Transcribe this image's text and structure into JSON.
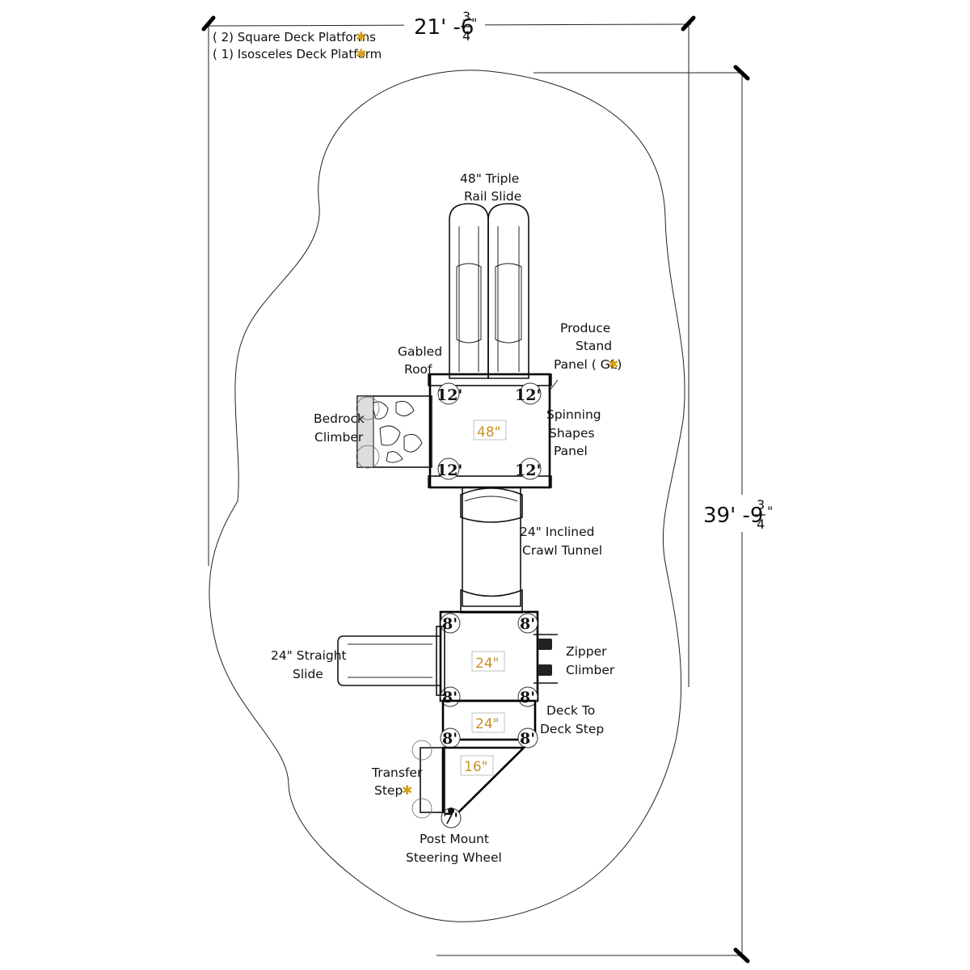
{
  "notes": [
    {
      "text": "( 2) Square Deck Platforms",
      "star": "✱"
    },
    {
      "text": "( 1) Isosceles Deck Platform",
      "star": "✱"
    }
  ],
  "dimensions": {
    "width_whole": "21' -6",
    "width_num": "3",
    "width_den": "4",
    "width_unit": "\"",
    "depth_whole": "39' -9",
    "depth_num": "3",
    "depth_den": "4",
    "depth_unit": "\""
  },
  "labels": {
    "triple_slide": [
      "48\" Triple",
      "Rail Slide"
    ],
    "gabled_roof": [
      "Gabled",
      "Roof"
    ],
    "produce_stand": [
      "Produce",
      "Stand",
      "Panel ( GL)"
    ],
    "produce_star": "✱",
    "bedrock": [
      "Bedrock",
      "Climber"
    ],
    "spinning": [
      "Spinning",
      "Shapes",
      "Panel"
    ],
    "crawl_tunnel": [
      "24\" Inclined",
      "Crawl Tunnel"
    ],
    "straight_slide": [
      "24\" Straight",
      "Slide"
    ],
    "zipper": [
      "Zipper",
      "Climber"
    ],
    "deck_step": [
      "Deck To",
      "Deck Step"
    ],
    "transfer": [
      "Transfer",
      "Step"
    ],
    "transfer_star": "✱",
    "steering": [
      "Post Mount",
      "Steering Wheel"
    ]
  },
  "posts": {
    "upper": [
      "12'",
      "12'",
      "12'",
      "12'"
    ],
    "middle": [
      "8'",
      "8'",
      "8'",
      "8'"
    ],
    "step": [
      "8'",
      "8'"
    ],
    "lower": [
      "7'"
    ]
  },
  "deck_heights": {
    "upper": "48\"",
    "middle": "24\"",
    "step": "24\"",
    "lower": "16\""
  },
  "colors": {
    "line": "#111111",
    "accent": "#c8922a",
    "star": "#d4a017"
  }
}
